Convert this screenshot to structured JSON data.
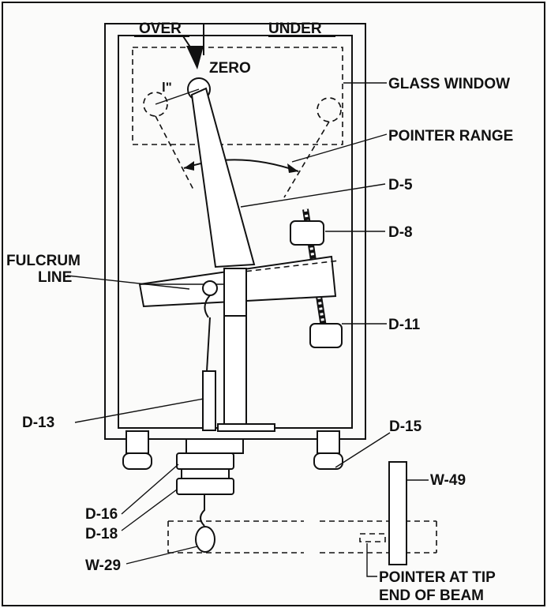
{
  "labels": {
    "over": "OVER",
    "under": "UNDER",
    "zero": "ZERO",
    "inch": "l\"",
    "glass_window": "GLASS WINDOW",
    "pointer_range": "POINTER RANGE",
    "d5": "D-5",
    "d8": "D-8",
    "fulcrum_line_1": "FULCRUM",
    "fulcrum_line_2": "LINE",
    "d11": "D-11",
    "d13": "D-13",
    "d15": "D-15",
    "w49": "W-49",
    "d16": "D-16",
    "d18": "D-18",
    "w29": "W-29",
    "pointer_tip_1": "POINTER AT TIP",
    "pointer_tip_2": "END OF BEAM"
  }
}
